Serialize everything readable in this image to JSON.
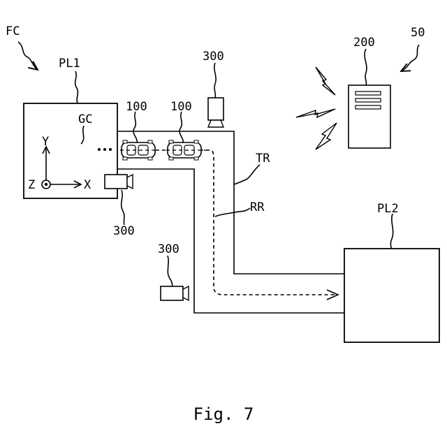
{
  "labels": {
    "fc": "FC",
    "pl1": "PL1",
    "gc": "GC",
    "axis_y": "Y",
    "axis_z": "Z",
    "axis_x": "X",
    "vehicle_a": "100",
    "vehicle_b": "100",
    "camera_top": "300",
    "camera_left": "300",
    "camera_bottom": "300",
    "server": "200",
    "system": "50",
    "tr": "TR",
    "rr": "RR",
    "pl2": "PL2"
  },
  "caption": "Fig. 7"
}
